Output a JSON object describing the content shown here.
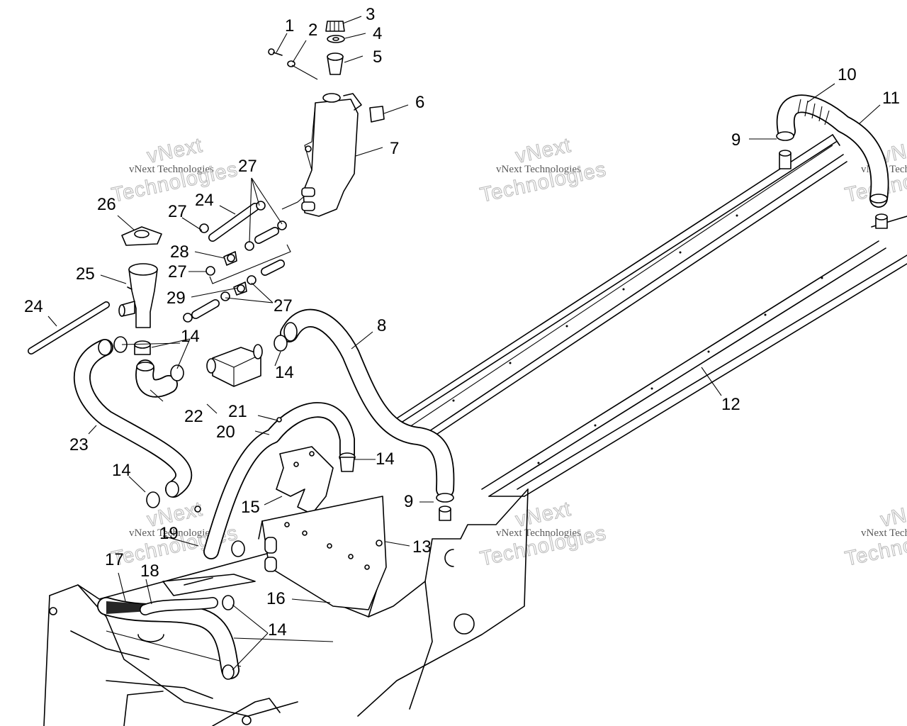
{
  "watermark": {
    "company_line": "vNext Technologies",
    "big_text": "Technologies",
    "small_prefix": "vNext"
  },
  "labels": [
    "1",
    "2",
    "3",
    "4",
    "5",
    "6",
    "7",
    "8",
    "9",
    "10",
    "11",
    "12",
    "13",
    "14",
    "15",
    "16",
    "17",
    "18",
    "19",
    "20",
    "21",
    "22",
    "23",
    "24",
    "25",
    "26",
    "27",
    "28",
    "29"
  ]
}
